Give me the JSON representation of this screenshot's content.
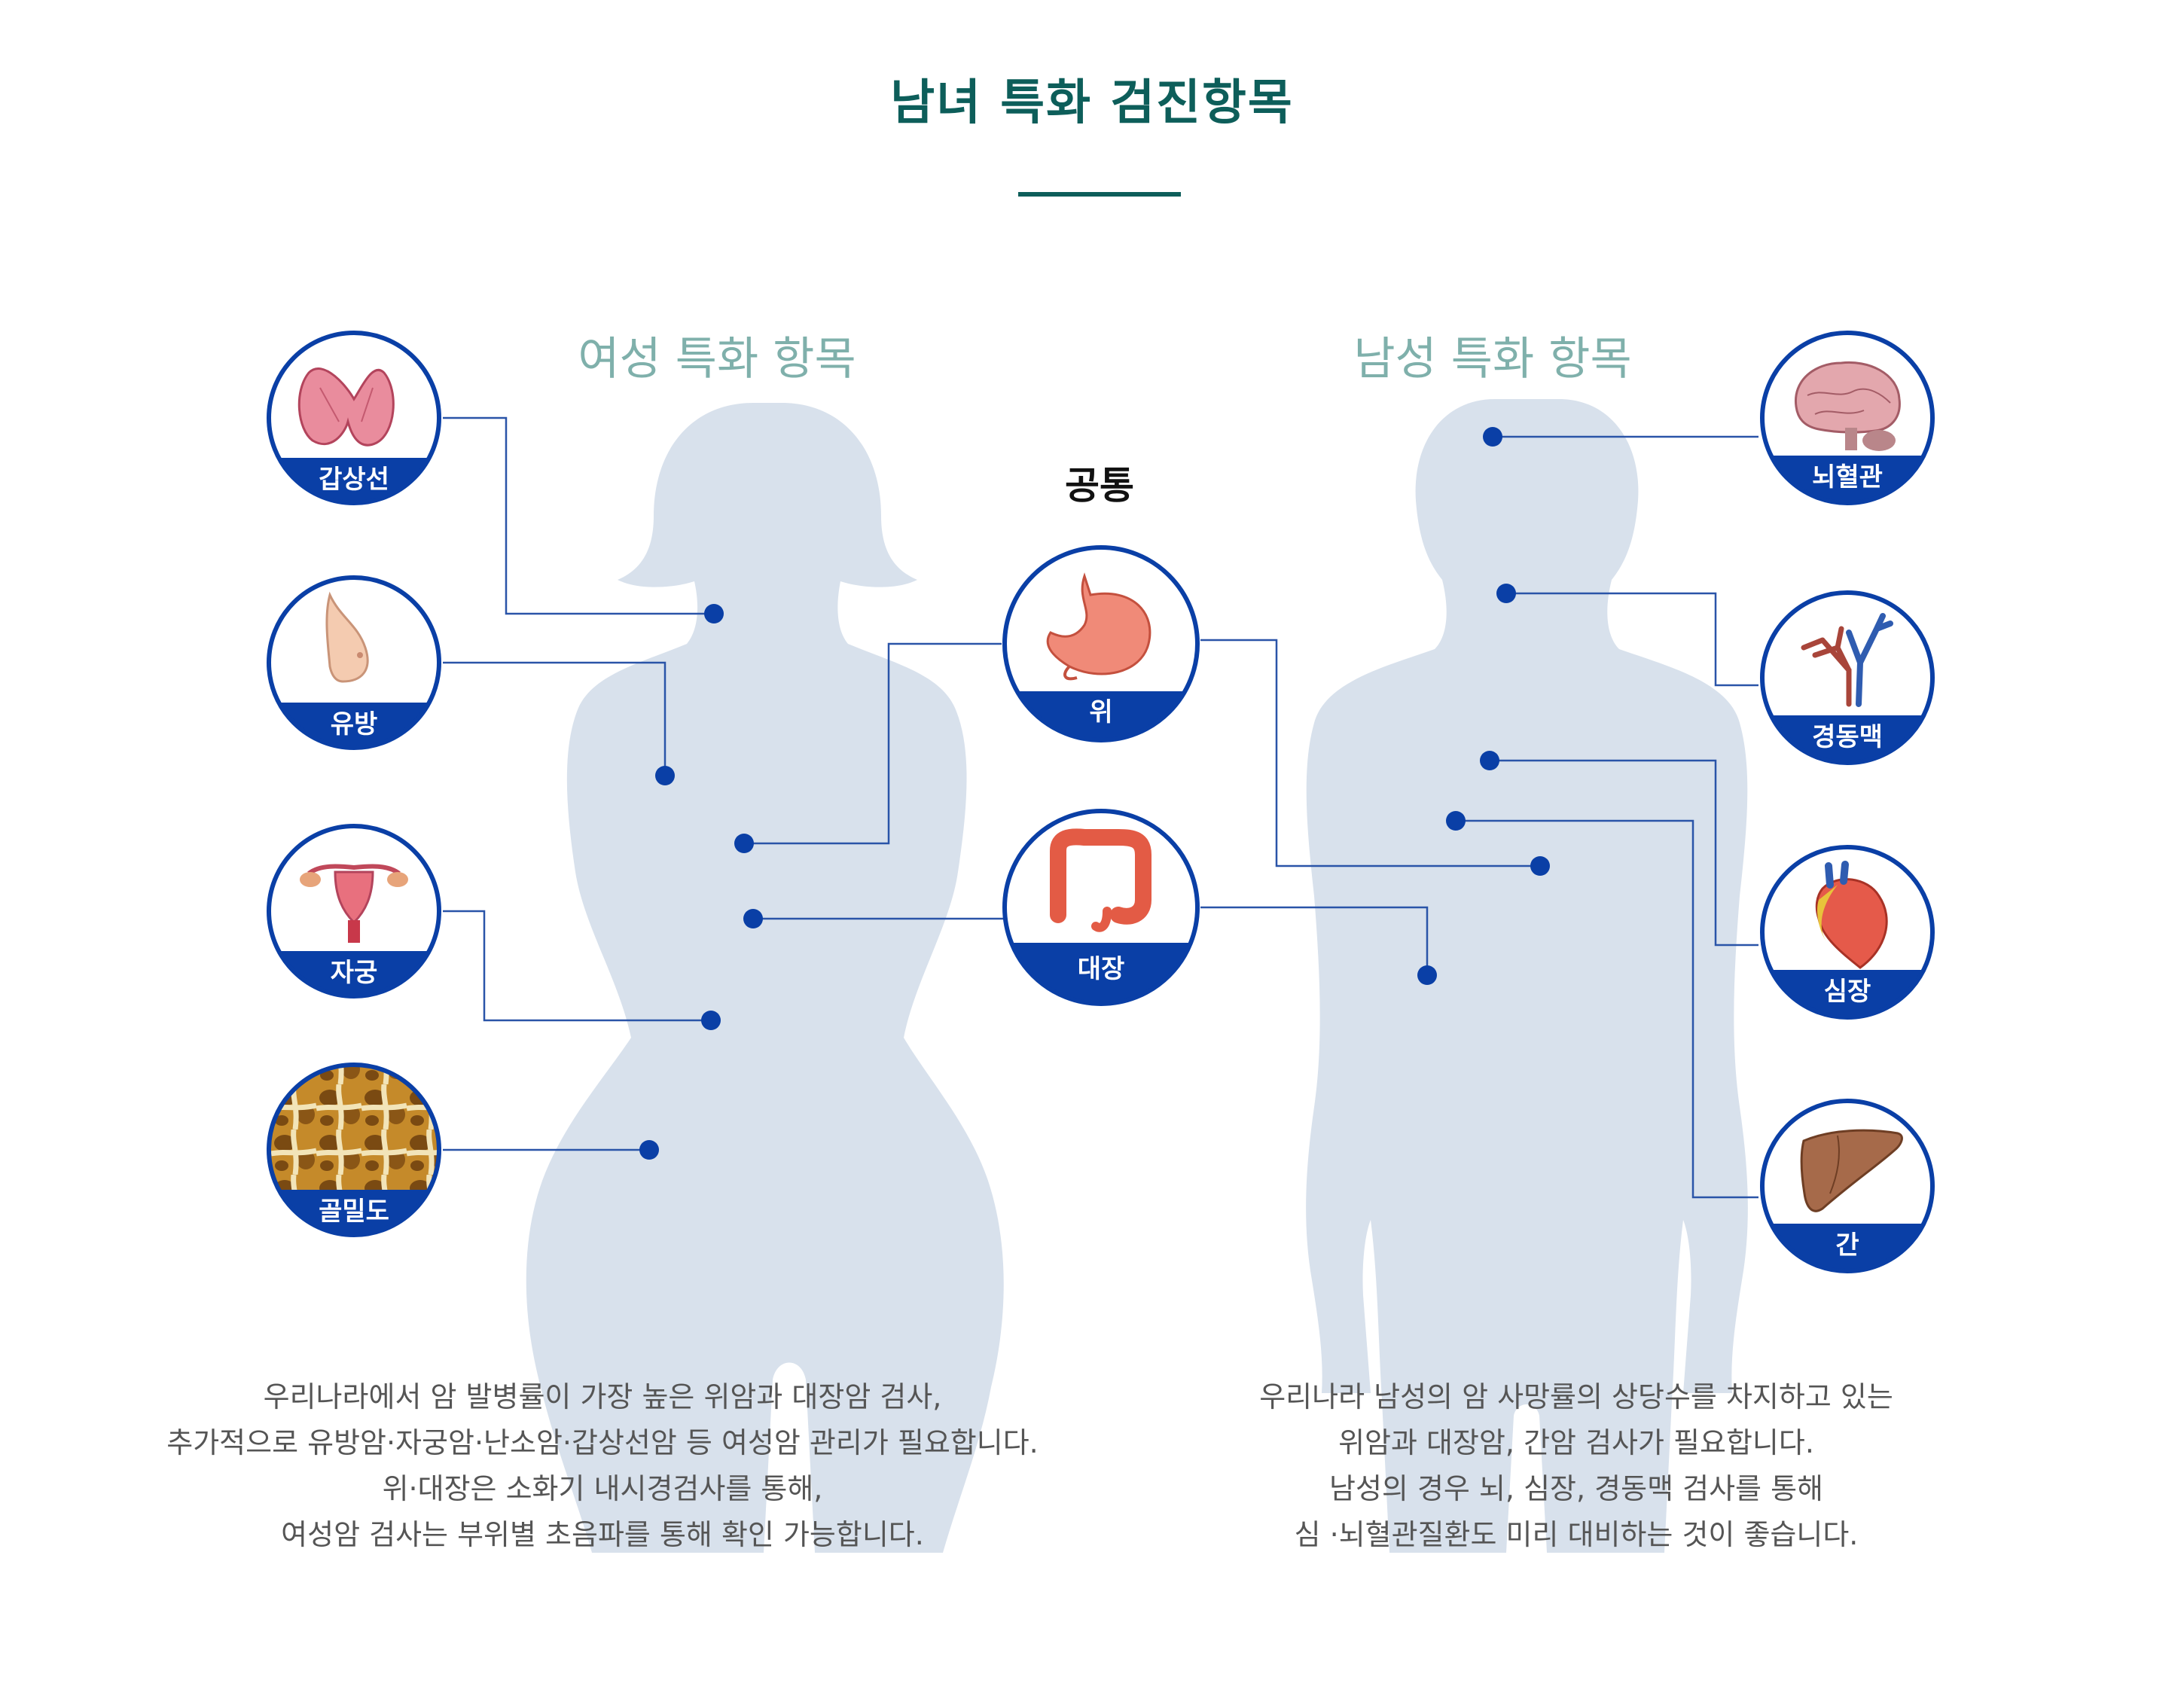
{
  "page": {
    "title": "남녀 특화 검진항목"
  },
  "female": {
    "heading": "여성 특화 항목",
    "items": [
      "갑상선",
      "유방",
      "자궁",
      "골밀도"
    ],
    "description": [
      "우리나라에서 암 발병률이 가장 높은 위암과 대장암 검사,",
      "추가적으로 유방암·자궁암·난소암·갑상선암 등 여성암 관리가 필요합니다.",
      "위·대장은 소화기 내시경검사를 통해,",
      "여성암 검사는 부위별 초음파를 통해 확인 가능합니다."
    ]
  },
  "common": {
    "heading": "공통",
    "items": [
      "위",
      "대장"
    ]
  },
  "male": {
    "heading": "남성 특화 항목",
    "items": [
      "뇌혈관",
      "경동맥",
      "심장",
      "간"
    ],
    "description": [
      "우리나라 남성의 암 사망률의 상당수를 차지하고 있는",
      "위암과 대장암, 간암 검사가 필요합니다.",
      "남성의 경우 뇌, 심장, 경동맥 검사를 통해",
      "심 ·뇌혈관질환도 미리 대비하는 것이 좋습니다."
    ]
  },
  "colors": {
    "title": "#0d5e5a",
    "section_heading": "#7fb0ab",
    "accent_blue": "#0a3fa6",
    "silhouette": "#d8e1ec",
    "connector": "#2a54a8"
  },
  "icons": {
    "female": [
      "thyroid-icon",
      "breast-icon",
      "uterus-icon",
      "bone-density-icon"
    ],
    "common": [
      "stomach-icon",
      "colon-icon"
    ],
    "male": [
      "brain-icon",
      "carotid-artery-icon",
      "heart-icon",
      "liver-icon"
    ]
  }
}
